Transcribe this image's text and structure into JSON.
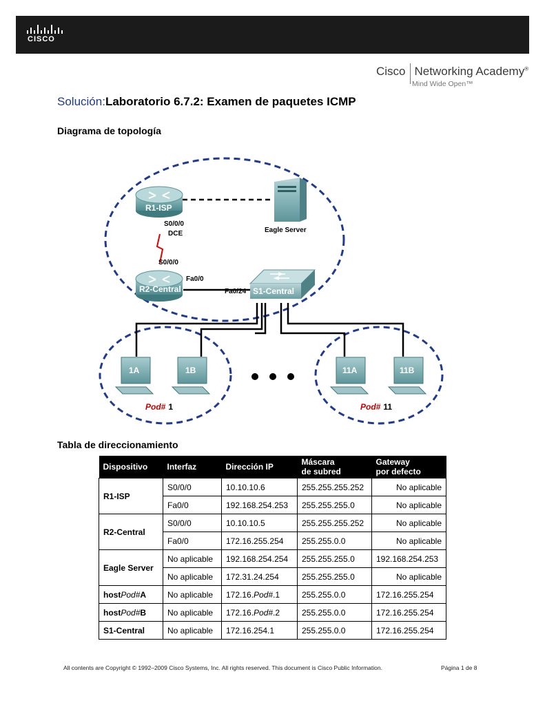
{
  "header": {
    "logo_text": "CISCO",
    "academy_brand": "Cisco",
    "academy_name": "Networking Academy",
    "academy_mark": "®",
    "academy_tagline": "Mind Wide Open™"
  },
  "title": {
    "prefix": "Solución:",
    "text": "Laboratorio 6.7.2: Examen de paquetes ICMP"
  },
  "topology": {
    "heading": "Diagrama de topología",
    "r1_label": "R1-ISP",
    "r1_interface": "S0/0/0",
    "r1_dce": "DCE",
    "r2_label": "R2-Central",
    "r2_interface": "S0/0/0",
    "r2_fa": "Fa0/0",
    "s1_label": "S1-Central",
    "s1_fa": "Fa0/24",
    "server_label": "Eagle Server",
    "pc_1a": "1A",
    "pc_1b": "1B",
    "pc_11a": "11A",
    "pc_11b": "11B",
    "pod_label": "Pod#",
    "pod1_num": "1",
    "pod11_num": "11",
    "colors": {
      "pod_red": "#cc0000",
      "dash_blue": "#1f3a93",
      "serial_red": "#e00000"
    }
  },
  "table": {
    "heading": "Tabla de direccionamiento",
    "headers": {
      "device": "Dispositivo",
      "iface": "Interfaz",
      "ip": "Dirección IP",
      "mask_1": "Máscara",
      "mask_2": "de subred",
      "gw_1": "Gateway",
      "gw_2": "por defecto"
    },
    "rows": {
      "r1": {
        "device": "R1-ISP",
        "a": {
          "iface": "S0/0/0",
          "ip": "10.10.10.6",
          "mask": "255.255.255.252",
          "gw": "No aplicable"
        },
        "b": {
          "iface": "Fa0/0",
          "ip": "192.168.254.253",
          "mask": "255.255.255.0",
          "gw": "No aplicable"
        }
      },
      "r2": {
        "device": "R2-Central",
        "a": {
          "iface": "S0/0/0",
          "ip": "10.10.10.5",
          "mask": "255.255.255.252",
          "gw": "No aplicable"
        },
        "b": {
          "iface": "Fa0/0",
          "ip": "172.16.255.254",
          "mask": "255.255.0.0",
          "gw": "No aplicable"
        }
      },
      "eagle": {
        "device": "Eagle Server",
        "a": {
          "iface": "No aplicable",
          "ip": "192.168.254.254",
          "mask": "255.255.255.0",
          "gw": "192.168.254.253"
        },
        "b": {
          "iface": "No aplicable",
          "ip": "172.31.24.254",
          "mask": "255.255.255.0",
          "gw": "No aplicable"
        }
      },
      "hosta": {
        "device_bold": "host",
        "device_italic": "Pod#",
        "device_suffix": "A",
        "iface": "No aplicable",
        "ip_prefix": "172.16.",
        "ip_italic": "Pod#",
        "ip_suffix": ".1",
        "mask": "255.255.0.0",
        "gw": "172.16.255.254"
      },
      "hostb": {
        "device_bold": "host",
        "device_italic": "Pod#",
        "device_suffix": "B",
        "iface": "No aplicable",
        "ip_prefix": "172.16.",
        "ip_italic": "Pod#",
        "ip_suffix": ".2",
        "mask": "255.255.0.0",
        "gw": "172.16.255.254"
      },
      "s1": {
        "device": "S1-Central",
        "iface": "No aplicable",
        "ip": "172.16.254.1",
        "mask": "255.255.0.0",
        "gw": "172.16.255.254"
      }
    }
  },
  "footer": {
    "copyright": "All contents are Copyright © 1992–2009 Cisco Systems, Inc. All rights reserved. This document is Cisco Public Information.",
    "page": "Página 1 de 8"
  }
}
